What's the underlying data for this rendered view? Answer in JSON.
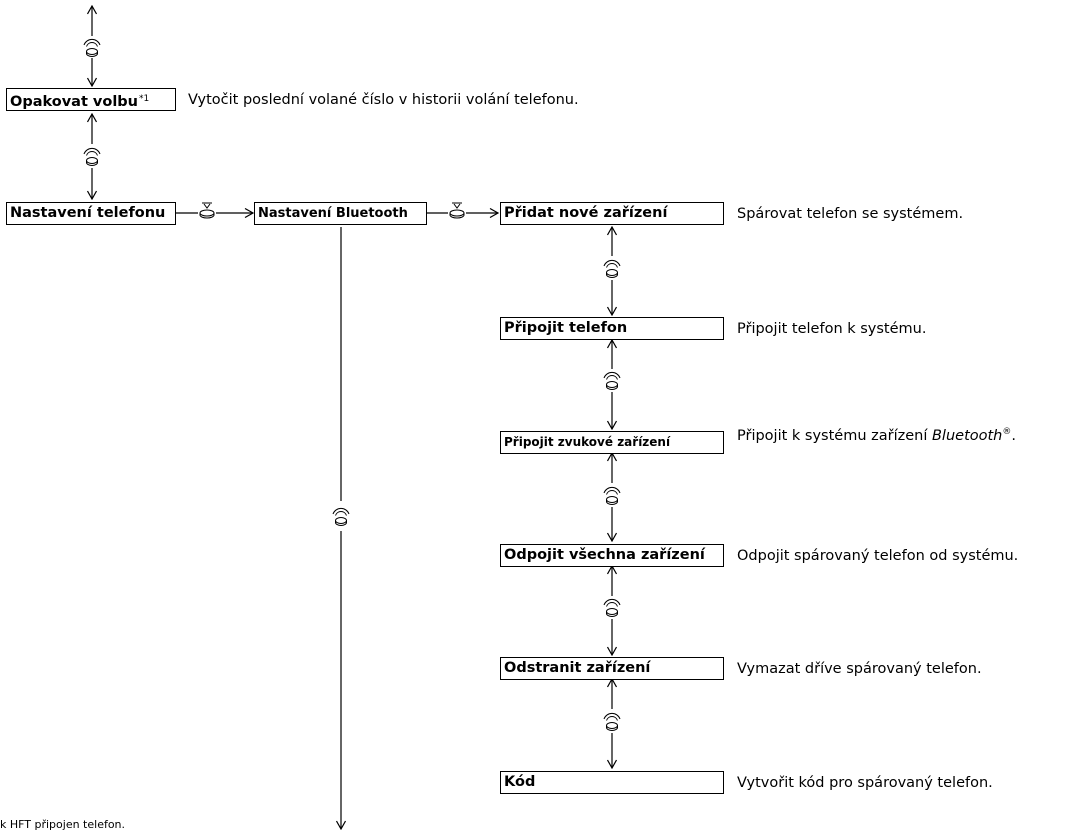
{
  "items": {
    "redial": {
      "label": "Opakovat volbu",
      "note_mark": "*1",
      "description": "Vytočit poslední volané číslo v historii volání telefonu."
    },
    "phone_settings": {
      "label": "Nastavení telefonu"
    },
    "bluetooth_settings": {
      "label": "Nastavení Bluetooth"
    },
    "add_device": {
      "label": "Přidat nové zařízení",
      "description": "Spárovat telefon se systémem."
    },
    "connect_phone": {
      "label": "Připojit telefon",
      "description": "Připojit telefon k systému."
    },
    "connect_audio": {
      "label": "Připojit zvukové zařízení",
      "description_prefix": "Připojit k systému zařízení ",
      "description_brand": "Bluetooth",
      "description_mark": "®",
      "description_suffix": "."
    },
    "disconnect_all": {
      "label": "Odpojit všechna zařízení",
      "description": "Odpojit spárovaný telefon od systému."
    },
    "remove_device": {
      "label": "Odstranit zařízení",
      "description": "Vymazat dříve spárovaný telefon."
    },
    "passcode": {
      "label": "Kód",
      "description": "Vytvořit kód pro spárovaný telefon."
    }
  },
  "footnote": "k HFT připojen telefon.",
  "icons": {
    "rotate": "rotate-knob-icon",
    "press": "press-knob-icon"
  }
}
